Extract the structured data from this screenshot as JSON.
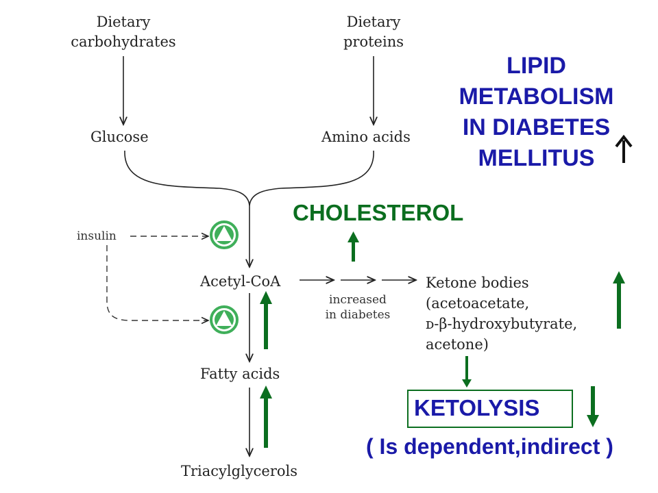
{
  "title_lines": [
    "LIPID",
    "METABOLISM",
    "IN DIABETES",
    "MELLITUS"
  ],
  "nodes": {
    "dietary_carbs": "Dietary\ncarbohydrates",
    "dietary_proteins": "Dietary\nproteins",
    "glucose": "Glucose",
    "amino_acids": "Amino acids",
    "insulin": "insulin",
    "acetyl_coa": "Acetyl-CoA",
    "increased": "increased\nin diabetes",
    "ketone_bodies": "Ketone bodies\n(acetoacetate,\nᴅ-β-hydroxybutyrate,\nacetone)",
    "fatty_acids": "Fatty acids",
    "triacylglycerols": "Triacylglycerols"
  },
  "annotations": {
    "cholesterol": "CHOLESTEROL",
    "ketolysis": "KETOLYSIS",
    "dependent": "( Is dependent,indirect )"
  },
  "colors": {
    "green_arrow": "#0b6e1f",
    "blue_text": "#1a1aa8",
    "activation_circle": "#3faf5a",
    "line": "#222222"
  }
}
